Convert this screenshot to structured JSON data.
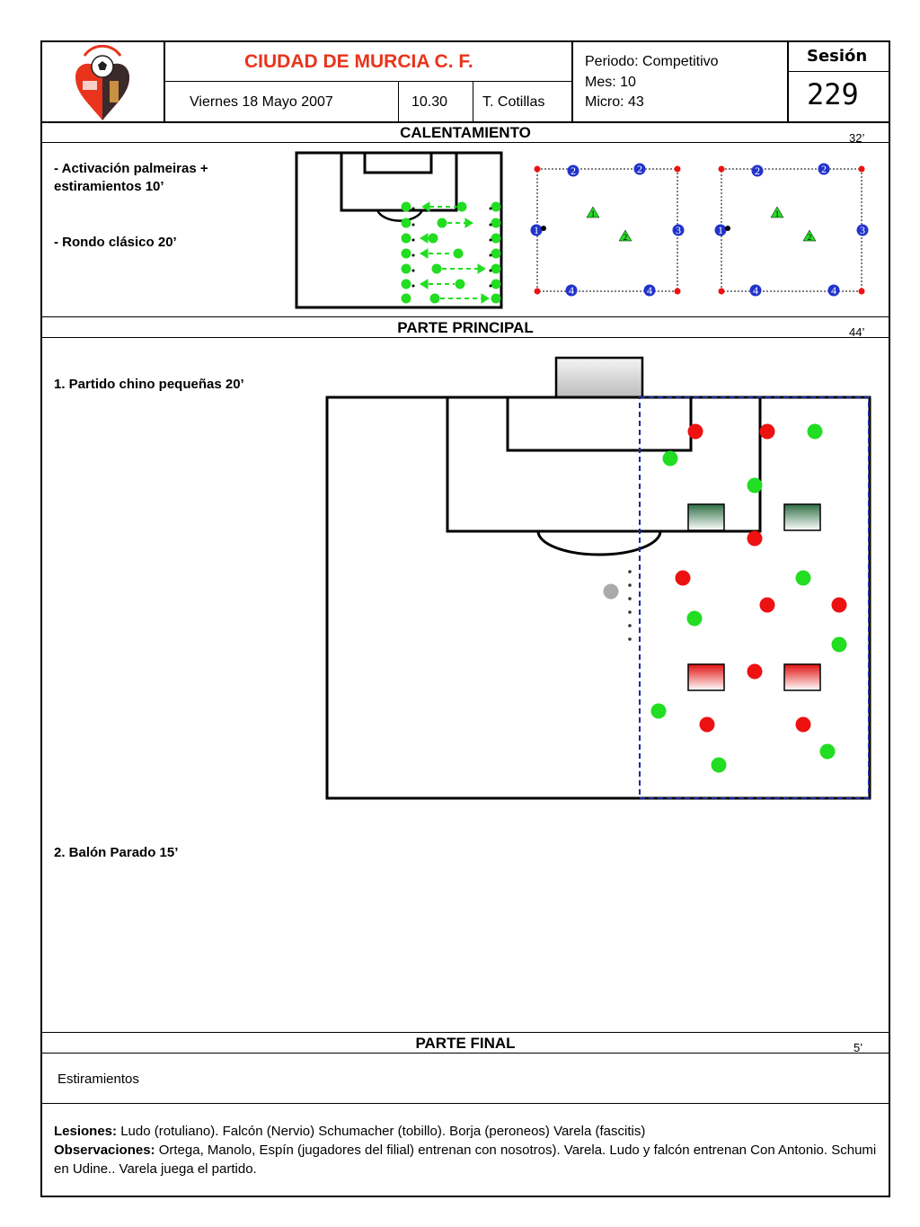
{
  "header": {
    "club": "CIUDAD DE MURCIA C. F.",
    "date": "Viernes 18  Mayo  2007",
    "time": "10.30",
    "coach": "T. Cotillas",
    "periodo": "Periodo: Competitivo",
    "mes": "Mes: 10",
    "micro": "Micro: 43",
    "session_label": "Sesión",
    "session_number": "229"
  },
  "sections": {
    "warmup": {
      "title": "CALENTAMIENTO",
      "minutes": "32’",
      "item1_line1": "- Activación palmeiras +",
      "item1_line2": "estiramientos 10’",
      "item2": "- Rondo clásico 20’"
    },
    "main": {
      "title": "PARTE PRINCIPAL",
      "minutes": "44’",
      "item1": "1. Partido chino pequeñas 20’",
      "item2": "2. Balón Parado 15’"
    },
    "final": {
      "title": "PARTE FINAL",
      "minutes": "5’",
      "item1": "Estiramientos"
    }
  },
  "notes": {
    "lesiones_label": "Lesiones:",
    "lesiones_text": " Ludo (rotuliano). Falcón (Nervio) Schumacher (tobillo). Borja (peroneos)  Varela (fascitis)",
    "observaciones_label": "Observaciones:",
    "observaciones_text": "  Ortega, Manolo, Espín  (jugadores del filial) entrenan con nosotros). Varela. Ludo y falcón entrenan Con Antonio. Schumi en Udine..  Varela juega el partido."
  },
  "rondo_labels": {
    "top": "2",
    "left": "1",
    "right": "3",
    "bottom": "4",
    "center_a": "1",
    "center_b": "2"
  },
  "colors": {
    "club_red": "#e8341c",
    "team_green": "#22dd22",
    "team_red": "#ee1111",
    "rondo_blue": "#2233cc",
    "zone_line": "#1a2aa0"
  }
}
